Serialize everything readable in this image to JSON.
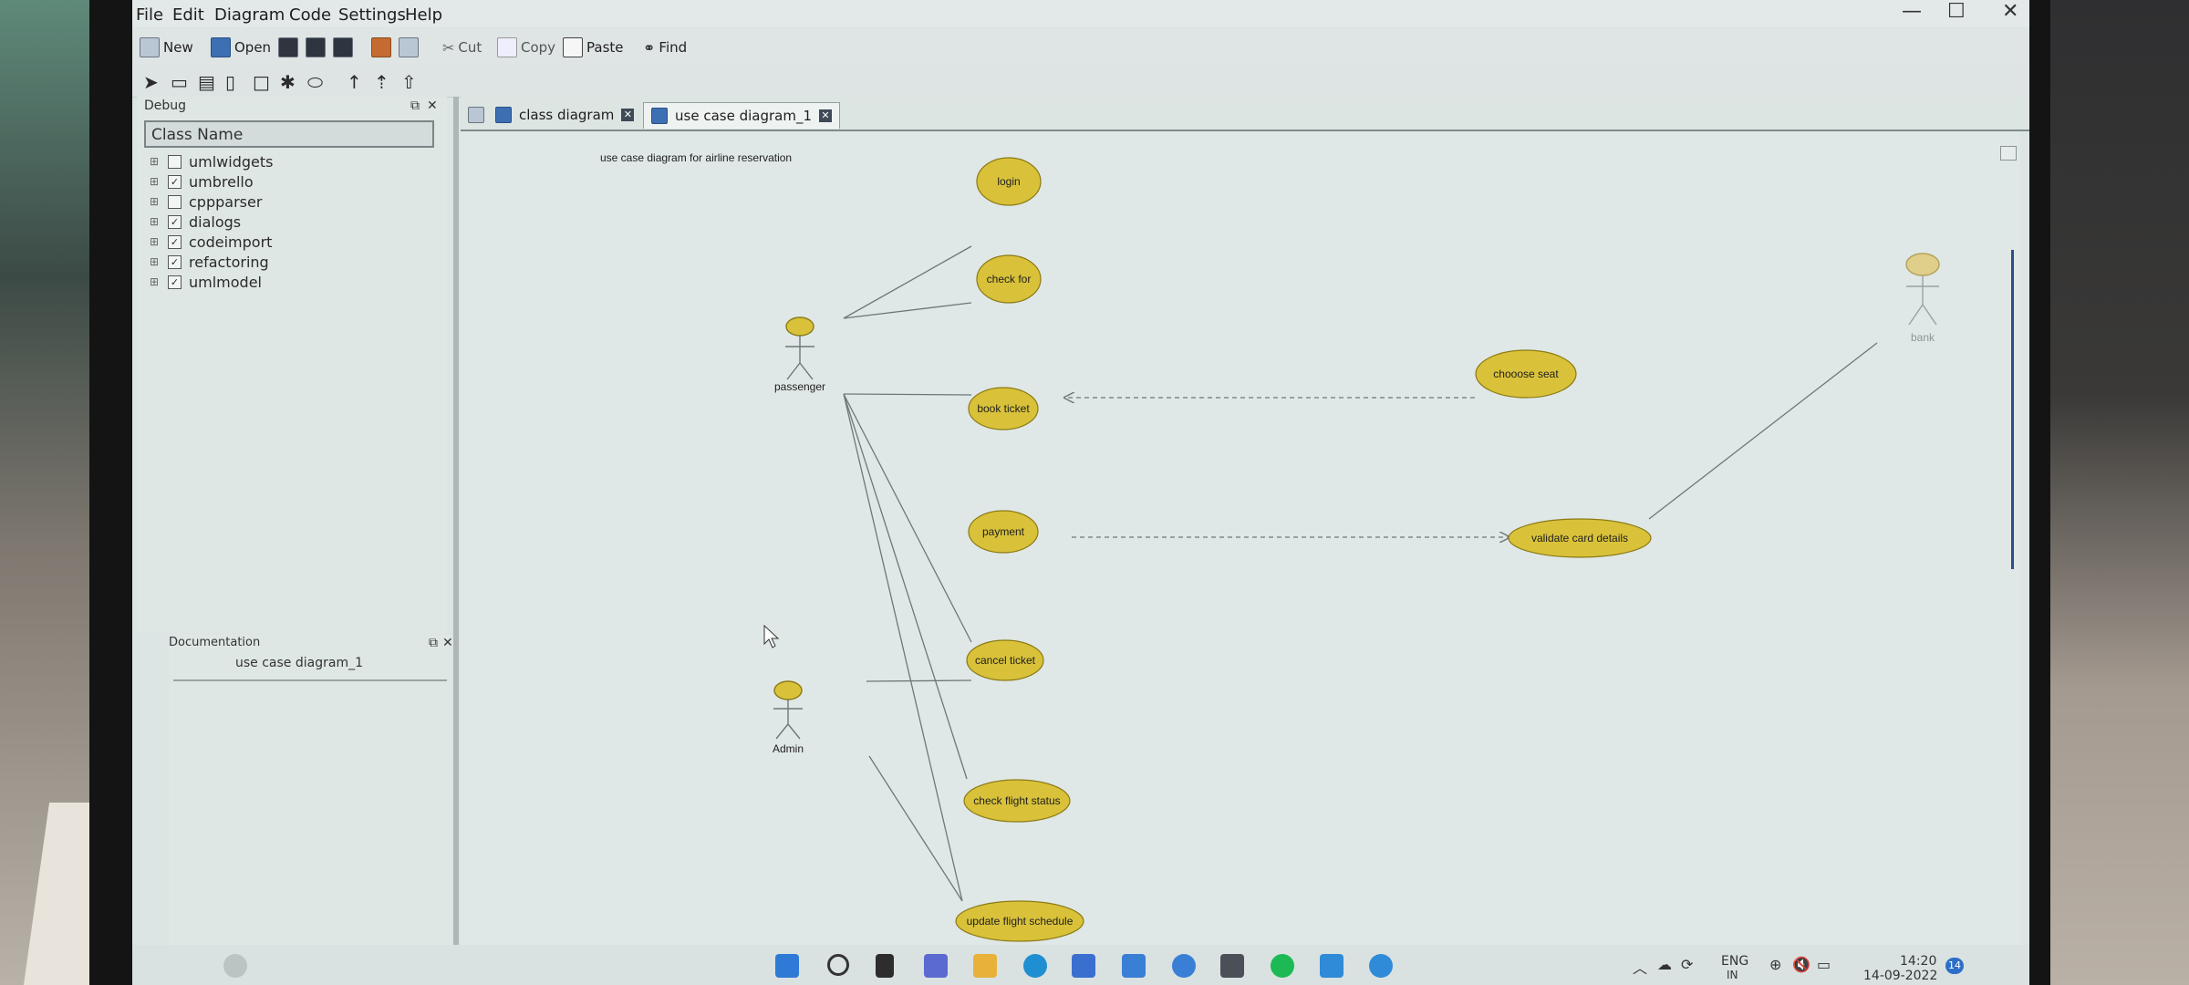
{
  "menu": {
    "items": [
      "File",
      "Edit",
      "Diagram",
      "Code",
      "Settings",
      "Help"
    ]
  },
  "window_controls": {
    "minimize": "—",
    "maximize": "☐",
    "close": "✕"
  },
  "toolbar": {
    "new_label": "New",
    "open_label": "Open",
    "cut_label": "Cut",
    "copy_label": "Copy",
    "paste_label": "Paste",
    "find_label": "Find"
  },
  "tree_panel": {
    "title": "Debug",
    "header": "Class Name",
    "items": [
      {
        "label": "umlwidgets",
        "checked": false
      },
      {
        "label": "umbrello",
        "checked": true
      },
      {
        "label": "cppparser",
        "checked": false
      },
      {
        "label": "dialogs",
        "checked": true
      },
      {
        "label": "codeimport",
        "checked": true
      },
      {
        "label": "refactoring",
        "checked": true
      },
      {
        "label": "umlmodel",
        "checked": true
      }
    ]
  },
  "doc_panel": {
    "title": "Documentation",
    "field_value": "use case diagram_1"
  },
  "tabs": [
    {
      "label": "class diagram",
      "active": false
    },
    {
      "label": "use case diagram_1",
      "active": true
    }
  ],
  "diagram": {
    "note": "use case diagram for airline reservation",
    "actors": {
      "passenger": "passenger",
      "admin": "Admin",
      "bank": "bank"
    },
    "use_cases": {
      "login": "login",
      "check_for": "check for",
      "choose_seat": "chooose seat",
      "book_ticket": "book ticket",
      "payment": "payment",
      "validate": "validate card details",
      "cancel": "cancel ticket",
      "status": "check flight status",
      "schedule": "update flight schedule"
    },
    "colors": {
      "use_case_fill": "#d9c23a",
      "use_case_stroke": "#8c7a14",
      "line": "#6f7678"
    }
  },
  "tray": {
    "lang_top": "ENG",
    "lang_bottom": "IN",
    "time": "14:20",
    "date": "14-09-2022",
    "badge": "14"
  }
}
